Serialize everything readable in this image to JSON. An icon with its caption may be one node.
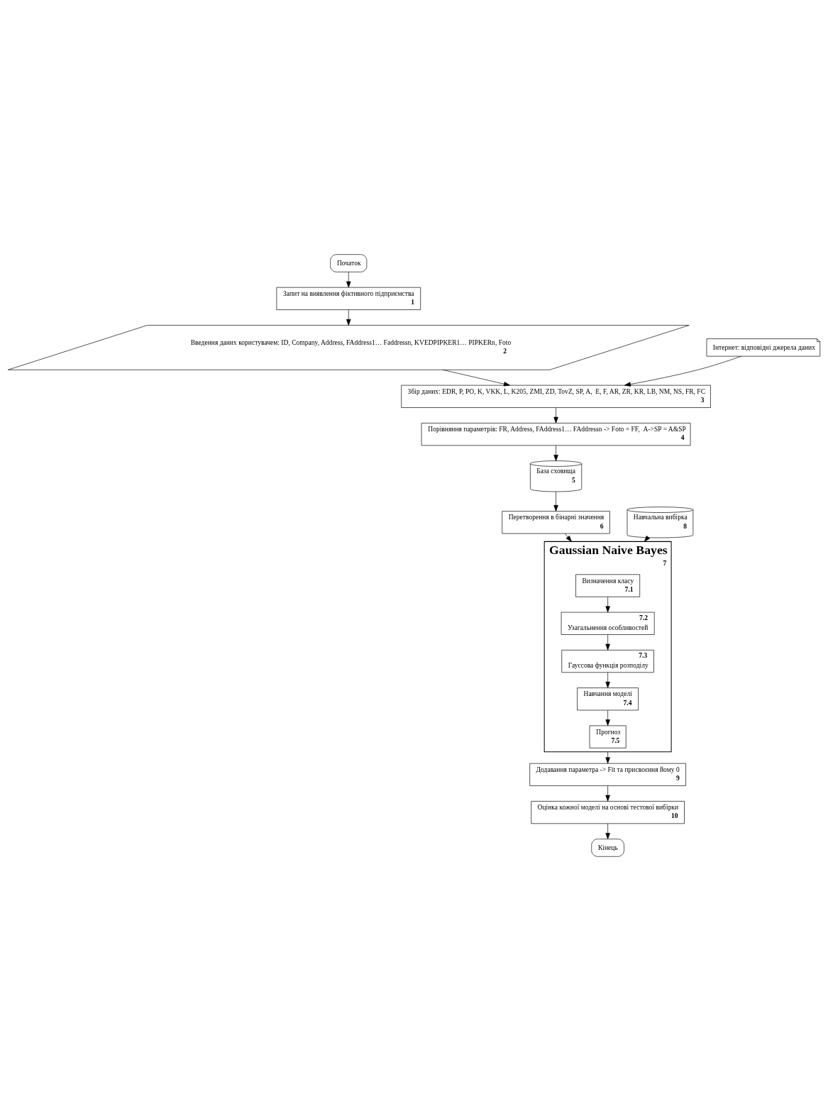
{
  "diagram": {
    "nodes": [
      {
        "text": [
          "Початок"
        ]
      },
      {
        "text": [
          "Запит на виявлення фіктивного підприємства",
          "1"
        ]
      },
      {
        "text": [
          "Інтернет: відповідні джерела даних"
        ]
      },
      {
        "text": [
          "Введення даних користувачем: ID, Company, Address, FAddress1… Faddressn, KVEDPIPKER1… PIPKERn, Foto",
          "2"
        ]
      },
      {
        "text": [
          "Збір даних: EDR, P, PO, K, VKK, L, K205, ZMI, ZD, TovZ, SP, A,  E, F, AR, ZR, KR, LB, NM, NS, FR, FC",
          "3"
        ]
      },
      {
        "text": [
          "Порівняння параметрів: FR, Address, FAddress1… FAddressn -> Foto = FF,  A->SP = A&SP",
          "4"
        ]
      },
      {
        "text": [
          "База сховища",
          "5"
        ]
      },
      {
        "text": [
          "Перетворення в бінарні значення",
          "6"
        ]
      },
      {
        "text": [
          "Навчальна вибірка",
          "8"
        ]
      },
      {
        "text": [
          "Gaussian Naive Bayes",
          "7"
        ]
      },
      {
        "text": [
          "Визначення класу",
          "7.1"
        ],
        "in": 9
      },
      {
        "text": [
          "7.2",
          "Узагальнення особливостей"
        ],
        "in": 9
      },
      {
        "text": [
          "7.3",
          "Гауссова функція розподілу"
        ],
        "in": 9
      },
      {
        "text": [
          "Навчання моделі",
          "7.4"
        ],
        "in": 9
      },
      {
        "text": [
          "Прогноз",
          "7.5"
        ],
        "in": 9
      },
      {
        "text": [
          "Додавання параметра -> Fit та присвоєння йому 0",
          "9"
        ]
      },
      {
        "text": [
          "Оцінка кожної моделі на основі тестової вибірки",
          "10"
        ]
      },
      {
        "text": [
          "Кінець"
        ]
      }
    ],
    "edges": [
      {
        "from": 0,
        "to": 1,
        "arrow": "to"
      },
      {
        "from": 1,
        "to": 3,
        "arrow": "to"
      },
      {
        "from": 2,
        "to": 4,
        "arrow": "to"
      },
      {
        "from": 3,
        "to": 4,
        "arrow": "to"
      },
      {
        "from": 4,
        "to": 5,
        "arrow": "to"
      },
      {
        "from": 5,
        "to": 6,
        "arrow": "to"
      },
      {
        "from": 6,
        "to": 7,
        "arrow": "to"
      },
      {
        "from": 7,
        "to": 9,
        "arrow": "to"
      },
      {
        "from": 8,
        "to": 9,
        "arrow": "to"
      },
      {
        "from": 10,
        "to": 11,
        "arrow": "to"
      },
      {
        "from": 11,
        "to": 12,
        "arrow": "to"
      },
      {
        "from": 12,
        "to": 13,
        "arrow": "to"
      },
      {
        "from": 13,
        "to": 14,
        "arrow": "to"
      },
      {
        "from": 9,
        "to": 15,
        "arrow": "to"
      },
      {
        "from": 15,
        "to": 16,
        "arrow": "to"
      },
      {
        "from": 16,
        "to": 17,
        "arrow": "to"
      }
    ]
  }
}
